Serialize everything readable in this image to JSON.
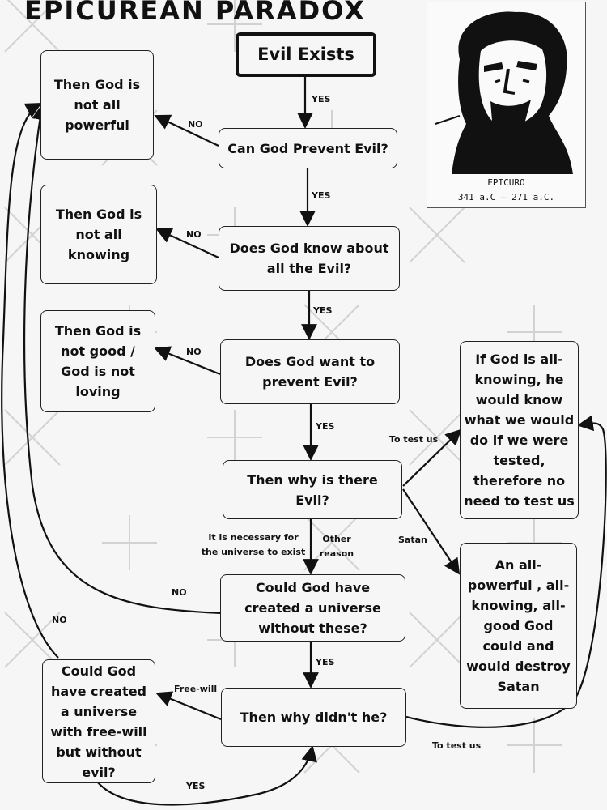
{
  "title": "EPICUREAN PARADOX",
  "portrait": {
    "name": "EPICURO",
    "years": "341 a.C  — 271 a.C."
  },
  "nodes": {
    "evil_exists": "Evil Exists",
    "can_prevent": "Can God Prevent Evil?",
    "knows": "Does God know about all the Evil?",
    "wants": "Does God want to prevent Evil?",
    "why_evil": "Then why is there Evil?",
    "could_create": "Could God have created a universe without these?",
    "why_didnt": "Then why didn't he?",
    "not_powerful": "Then God is not all powerful",
    "not_knowing": "Then God is not all knowing",
    "not_good": "Then God is not good / God is not loving",
    "freewill_q": "Could God have created a universe with free-will but without evil?",
    "test_response": "If God is all-knowing, he would know what we would do if we were tested, therefore no need to test us",
    "satan_response": "An all-powerful , all-knowing, all-good God could and would destroy Satan"
  },
  "labels": {
    "yes1": "YES",
    "yes2": "YES",
    "yes3": "YES",
    "yes4": "YES",
    "yes5": "YES",
    "yes6": "YES",
    "no1": "NO",
    "no2": "NO",
    "no3": "NO",
    "no4": "NO",
    "no5": "NO",
    "necessary": "It is necessary for the universe to exist",
    "other": "Other reason",
    "to_test_us_1": "To test us",
    "to_test_us_2": "To test us",
    "satan": "Satan",
    "free_will": "Free-will"
  }
}
